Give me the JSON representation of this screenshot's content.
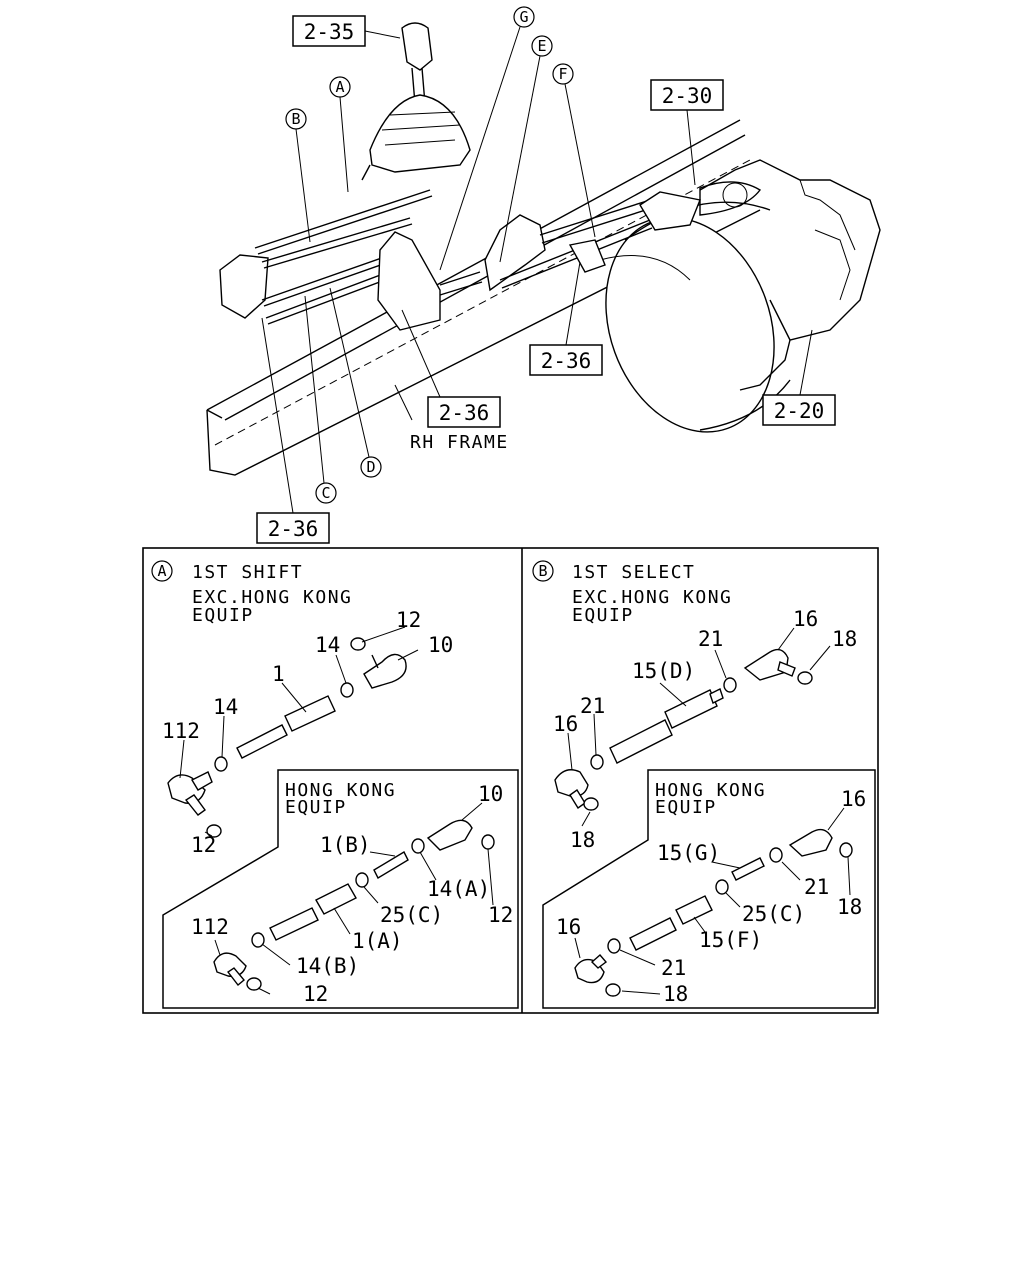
{
  "overview": {
    "refs": {
      "ref_235": "2-35",
      "ref_230": "2-30",
      "ref_236_right": "2-36",
      "ref_236_center": "2-36",
      "ref_220": "2-20",
      "ref_236_bottom": "2-36"
    },
    "circle_labels": {
      "a": "A",
      "b": "B",
      "c": "C",
      "d": "D",
      "e": "E",
      "f": "F",
      "g": "G"
    },
    "rh_frame": "RH FRAME"
  },
  "panel_a": {
    "marker": "A",
    "title": "1ST SHIFT",
    "note_line1": "EXC.HONG KONG",
    "note_line2": "EQUIP",
    "parts": {
      "p12_top": "12",
      "p14_top": "14",
      "p10_top": "10",
      "p1": "1",
      "p14_left": "14",
      "p112": "112",
      "p12_bottom": "12"
    },
    "inset": {
      "title_line1": "HONG KONG",
      "title_line2": "EQUIP",
      "parts": {
        "p10": "10",
        "p1b": "1(B)",
        "p14a": "14(A)",
        "p25c": "25(C)",
        "p12_right": "12",
        "p1a": "1(A)",
        "p112": "112",
        "p14b": "14(B)",
        "p12_bottom": "12"
      }
    }
  },
  "panel_b": {
    "marker": "B",
    "title": "1ST SELECT",
    "note_line1": "EXC.HONG KONG",
    "note_line2": "EQUIP",
    "parts": {
      "p16_top": "16",
      "p21_top": "21",
      "p18_top": "18",
      "p15d": "15(D)",
      "p21_left": "21",
      "p16_left": "16",
      "p18_bottom": "18"
    },
    "inset": {
      "title_line1": "HONG KONG",
      "title_line2": "EQUIP",
      "parts": {
        "p16_right": "16",
        "p15g": "15(G)",
        "p21_right": "21",
        "p18_right": "18",
        "p25c": "25(C)",
        "p15f": "15(F)",
        "p16_left": "16",
        "p21_bottom": "21",
        "p18_bottom": "18"
      }
    }
  }
}
